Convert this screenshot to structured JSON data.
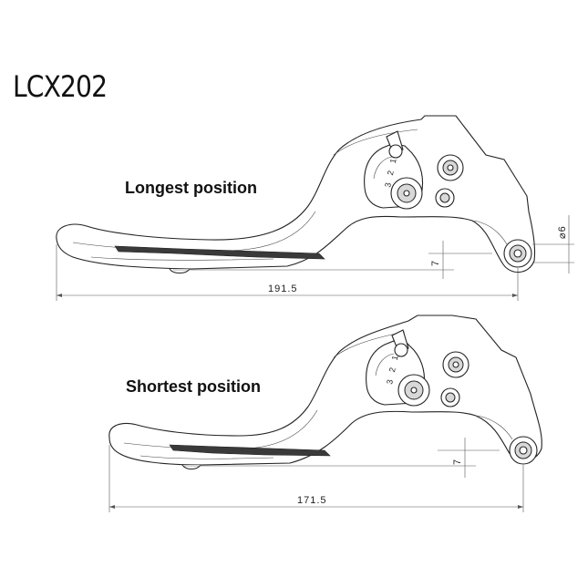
{
  "title": "LCX202",
  "longest": {
    "label": "Longest position",
    "length": "191.5",
    "offset": "7",
    "diameter": "6",
    "adjuster_marks": "3 2 1"
  },
  "shortest": {
    "label": "Shortest position",
    "length": "171.5",
    "offset": "7",
    "adjuster_marks": "3 2 1"
  }
}
